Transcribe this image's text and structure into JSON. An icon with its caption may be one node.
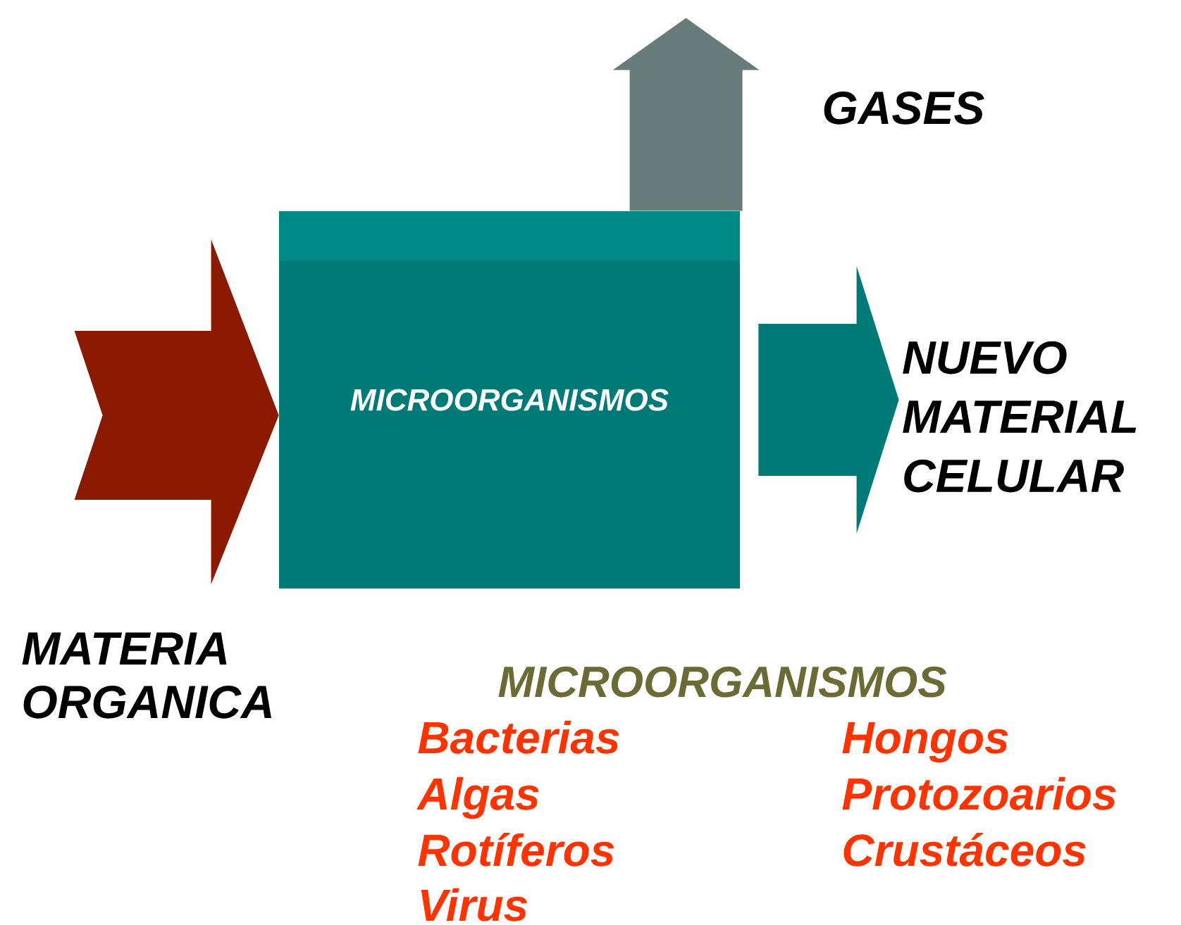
{
  "diagram": {
    "nodes": [
      {
        "text": [
          "MICROORGANISMOS"
        ]
      },
      {
        "text": [
          "NUEVO MATERIAL CELULAR"
        ]
      }
    ],
    "edges": [
      {
        "from": null,
        "to": 0,
        "arrow": "to",
        "color": "#8b1a00"
      },
      {
        "from": 0,
        "to": null,
        "arrow": "to",
        "color": "#687b7b"
      },
      {
        "from": 0,
        "to": 1,
        "arrow": "to",
        "color": "#007a76"
      }
    ],
    "labels": [
      "GASES",
      "MATERIA ORGANICA",
      "MICROORGANISMOS",
      "Bacterias",
      "Hongos",
      "Algas",
      "Protozoarios",
      "Rotíferos",
      "Crustáceos",
      "Virus"
    ]
  }
}
